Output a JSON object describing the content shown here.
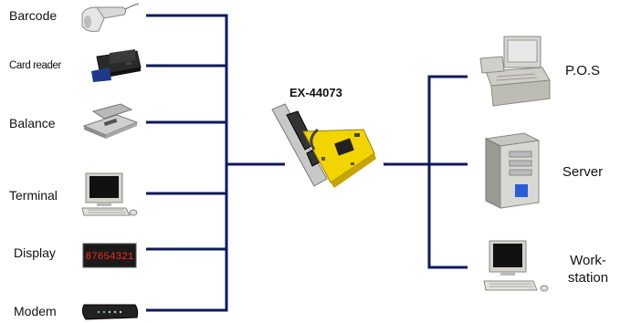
{
  "left_devices": [
    {
      "label": "Barcode",
      "icon": "barcode-scanner-icon"
    },
    {
      "label": "Card reader",
      "icon": "card-reader-icon"
    },
    {
      "label": "Balance",
      "icon": "balance-scale-icon"
    },
    {
      "label": "Terminal",
      "icon": "terminal-icon"
    },
    {
      "label": "Display",
      "icon": "led-display-icon"
    },
    {
      "label": "Modem",
      "icon": "modem-icon"
    }
  ],
  "center": {
    "label": "EX-44073",
    "icon": "serial-pcie-card-icon"
  },
  "right_devices": [
    {
      "label": "P.O.S",
      "icon": "pos-terminal-icon"
    },
    {
      "label": "Server",
      "icon": "server-tower-icon"
    },
    {
      "label_line1": "Work-",
      "label_line2": "station",
      "icon": "workstation-icon"
    }
  ],
  "colors": {
    "line": "#0d1a5c",
    "pcb": "#f2d400",
    "display_digits": "#ff2a1a"
  },
  "display_digits": "87654321"
}
